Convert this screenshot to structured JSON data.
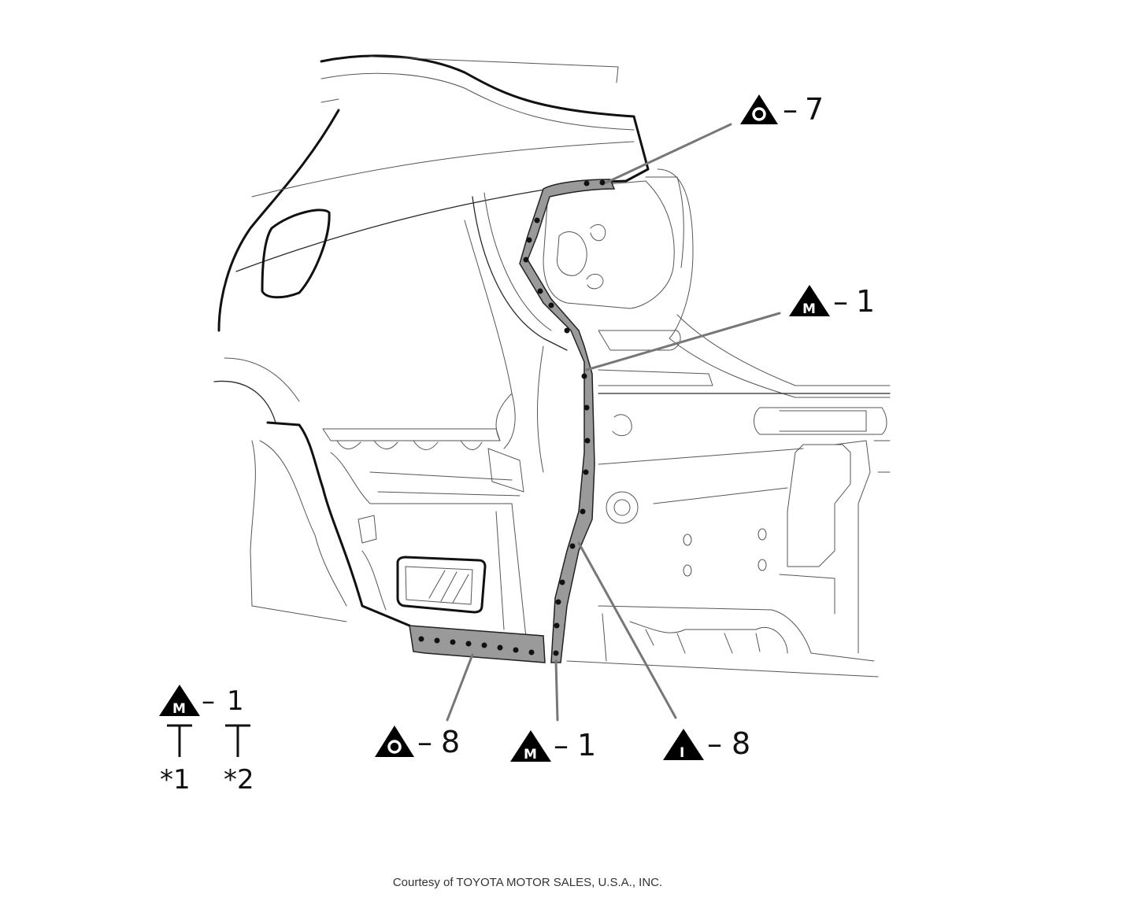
{
  "callouts": [
    {
      "symbol": "O",
      "number": "7"
    },
    {
      "symbol": "M",
      "number": "1"
    },
    {
      "symbol": "O",
      "number": "8"
    },
    {
      "symbol": "M",
      "number": "1"
    },
    {
      "symbol": "I",
      "number": "8"
    }
  ],
  "legend": {
    "symbol": "M",
    "number": "1",
    "item1": "*1",
    "item2": "*2"
  },
  "caption": "Courtesy of TOYOTA MOTOR SALES, U.S.A., INC.",
  "colors": {
    "line": "#2a2a2a",
    "sealer": "#9a9a9a",
    "leader": "#777777"
  }
}
